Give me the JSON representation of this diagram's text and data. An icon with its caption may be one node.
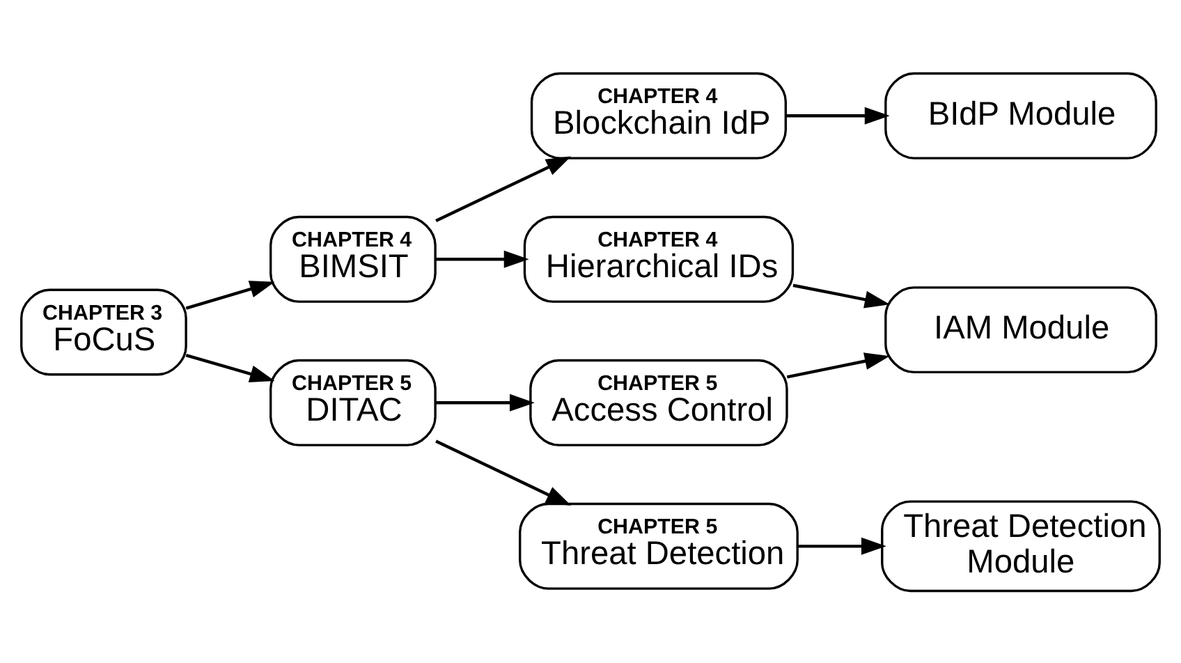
{
  "diagram": {
    "nodes": [
      {
        "text": [
          "CHAPTER 3",
          "FoCuS"
        ]
      },
      {
        "text": [
          "CHAPTER 4",
          "BIMSIT"
        ]
      },
      {
        "text": [
          "CHAPTER 5",
          "DITAC"
        ]
      },
      {
        "text": [
          "CHAPTER 4",
          "Hierarchical IDs"
        ]
      },
      {
        "text": [
          "CHAPTER 4",
          "Blockchain IdP"
        ]
      },
      {
        "text": [
          "CHAPTER 5",
          "Access Control"
        ]
      },
      {
        "text": [
          "CHAPTER 5",
          "Threat Detection"
        ]
      },
      {
        "text": [
          "BIdP Module"
        ]
      },
      {
        "text": [
          "IAM Module"
        ]
      },
      {
        "text": [
          "Threat Detection Module"
        ]
      }
    ],
    "edges": [
      {
        "from": 0,
        "to": 1,
        "arrow": "to"
      },
      {
        "from": 0,
        "to": 2,
        "arrow": "to"
      },
      {
        "from": 1,
        "to": 3,
        "arrow": "to"
      },
      {
        "from": 1,
        "to": 4,
        "arrow": "to"
      },
      {
        "from": 2,
        "to": 5,
        "arrow": "to"
      },
      {
        "from": 2,
        "to": 6,
        "arrow": "to"
      },
      {
        "from": 3,
        "to": 8,
        "arrow": "to"
      },
      {
        "from": 4,
        "to": 7,
        "arrow": "to"
      },
      {
        "from": 5,
        "to": 8,
        "arrow": "to"
      },
      {
        "from": 6,
        "to": 9,
        "arrow": "to"
      }
    ]
  }
}
